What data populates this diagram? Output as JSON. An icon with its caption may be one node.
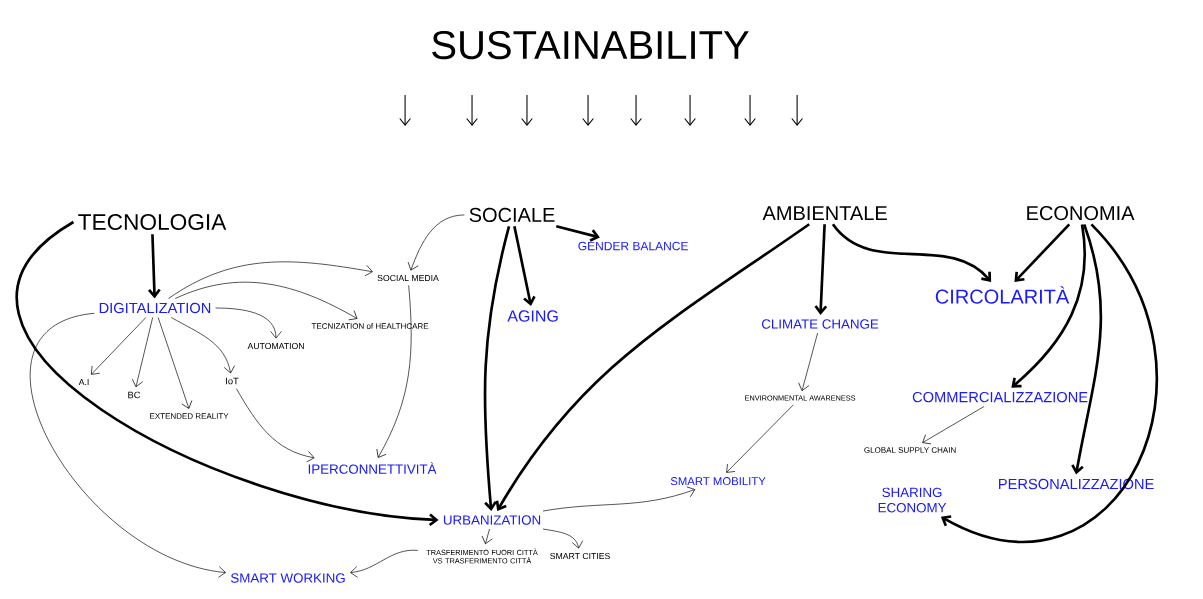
{
  "diagram": {
    "title": "SUSTAINABILITY",
    "nodes": [
      {
        "text": [
          "TECNOLOGIA"
        ]
      },
      {
        "text": [
          "SOCIALE"
        ]
      },
      {
        "text": [
          "AMBIENTALE"
        ]
      },
      {
        "text": [
          "ECONOMIA"
        ]
      },
      {
        "text": [
          "DIGITALIZATION"
        ]
      },
      {
        "text": [
          "SOCIAL MEDIA"
        ]
      },
      {
        "text": [
          "GENDER BALANCE"
        ]
      },
      {
        "text": [
          "AGING"
        ]
      },
      {
        "text": [
          "CIRCOLARITÀ"
        ]
      },
      {
        "text": [
          "TECNIZATION of HEALTHCARE"
        ]
      },
      {
        "text": [
          "CLIMATE CHANGE"
        ]
      },
      {
        "text": [
          "AUTOMATION"
        ]
      },
      {
        "text": [
          "A.I"
        ]
      },
      {
        "text": [
          "BC"
        ]
      },
      {
        "text": [
          "EXTENDED REALITY"
        ]
      },
      {
        "text": [
          "IoT"
        ]
      },
      {
        "text": [
          "ENVIRONMENTAL AWARENESS"
        ]
      },
      {
        "text": [
          "COMMERCIALIZZAZIONE"
        ]
      },
      {
        "text": [
          "GLOBAL SUPPLY CHAIN"
        ]
      },
      {
        "text": [
          "IPERCONNETTIVITÀ"
        ]
      },
      {
        "text": [
          "SMART MOBILITY"
        ]
      },
      {
        "text": [
          "PERSONALIZZAZIONE"
        ]
      },
      {
        "text": [
          "SHARING ECONOMY"
        ]
      },
      {
        "text": [
          "URBANIZATION"
        ]
      },
      {
        "text": [
          "TRASFERIMENTO FUORI CITTÀ VS TRASFERIMENTO CITTÀ"
        ]
      },
      {
        "text": [
          "SMART CITIES"
        ]
      },
      {
        "text": [
          "SMART WORKING"
        ]
      }
    ],
    "edges": [
      {
        "from": 0,
        "to": 4,
        "arrow": "to",
        "style": "thick"
      },
      {
        "from": 0,
        "to": 23,
        "arrow": "to",
        "style": "thick"
      },
      {
        "from": 4,
        "to": 5,
        "arrow": "to"
      },
      {
        "from": 4,
        "to": 9,
        "arrow": "to"
      },
      {
        "from": 4,
        "to": 11,
        "arrow": "to"
      },
      {
        "from": 4,
        "to": 12,
        "arrow": "to"
      },
      {
        "from": 4,
        "to": 13,
        "arrow": "to"
      },
      {
        "from": 4,
        "to": 14,
        "arrow": "to"
      },
      {
        "from": 4,
        "to": 15,
        "arrow": "to"
      },
      {
        "from": 4,
        "to": 26,
        "arrow": "to"
      },
      {
        "from": 15,
        "to": 19,
        "arrow": "to"
      },
      {
        "from": 5,
        "to": 19,
        "arrow": "to"
      },
      {
        "from": 1,
        "to": 5,
        "arrow": "to"
      },
      {
        "from": 1,
        "to": 6,
        "arrow": "to",
        "style": "thick"
      },
      {
        "from": 1,
        "to": 7,
        "arrow": "to",
        "style": "thick"
      },
      {
        "from": 1,
        "to": 23,
        "arrow": "to",
        "style": "thick"
      },
      {
        "from": 2,
        "to": 23,
        "arrow": "to",
        "style": "thick"
      },
      {
        "from": 2,
        "to": 10,
        "arrow": "to",
        "style": "thick"
      },
      {
        "from": 2,
        "to": 8,
        "arrow": "to",
        "style": "thick"
      },
      {
        "from": 3,
        "to": 8,
        "arrow": "to",
        "style": "thick"
      },
      {
        "from": 3,
        "to": 17,
        "arrow": "to",
        "style": "thick"
      },
      {
        "from": 3,
        "to": 21,
        "arrow": "to",
        "style": "thick"
      },
      {
        "from": 3,
        "to": 22,
        "arrow": "to",
        "style": "thick"
      },
      {
        "from": 10,
        "to": 16,
        "arrow": "to"
      },
      {
        "from": 16,
        "to": 20,
        "arrow": "to"
      },
      {
        "from": 17,
        "to": 18,
        "arrow": "to"
      },
      {
        "from": 23,
        "to": 20,
        "arrow": "to"
      },
      {
        "from": 23,
        "to": 24,
        "arrow": "to"
      },
      {
        "from": 23,
        "to": 25,
        "arrow": "to"
      },
      {
        "from": 24,
        "to": 26,
        "arrow": "to"
      }
    ]
  }
}
